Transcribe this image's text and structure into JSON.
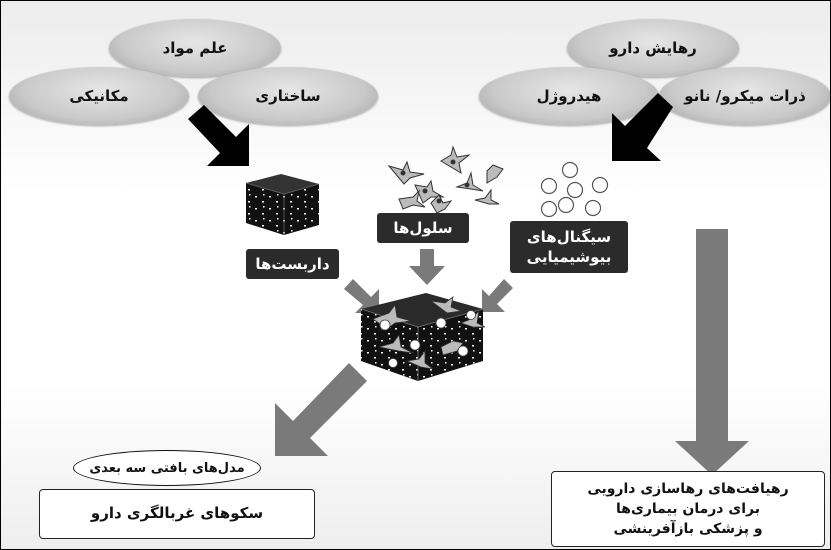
{
  "materials": {
    "top": "علم مواد",
    "left": "مکانیکی",
    "right": "ساختاری"
  },
  "drug_release": {
    "top": "رهایش دارو",
    "left": "هیدروژل",
    "right": "ذرات میکرو/ نانو"
  },
  "labels": {
    "scaffolds": "داربست‌ها",
    "cells": "سلول‌ها",
    "signals_line1": "سیگنال‌های",
    "signals_line2": "بیوشیمیایی"
  },
  "outputs": {
    "models_3d": "مدل‌های بافتی سه بعدی",
    "screening": "سکوهای غربالگری دارو",
    "approaches_line1": "رهیافت‌های رهاسازی دارویی",
    "approaches_line2": "برای درمان بیماری‌ها",
    "approaches_line3": "و پزشکی بازآفرینشی"
  },
  "colors": {
    "dark_box": "#2b2b2b",
    "arrow_black": "#000000",
    "arrow_gray": "#7a7a7a",
    "oval_gray": "#c9c9c9"
  }
}
